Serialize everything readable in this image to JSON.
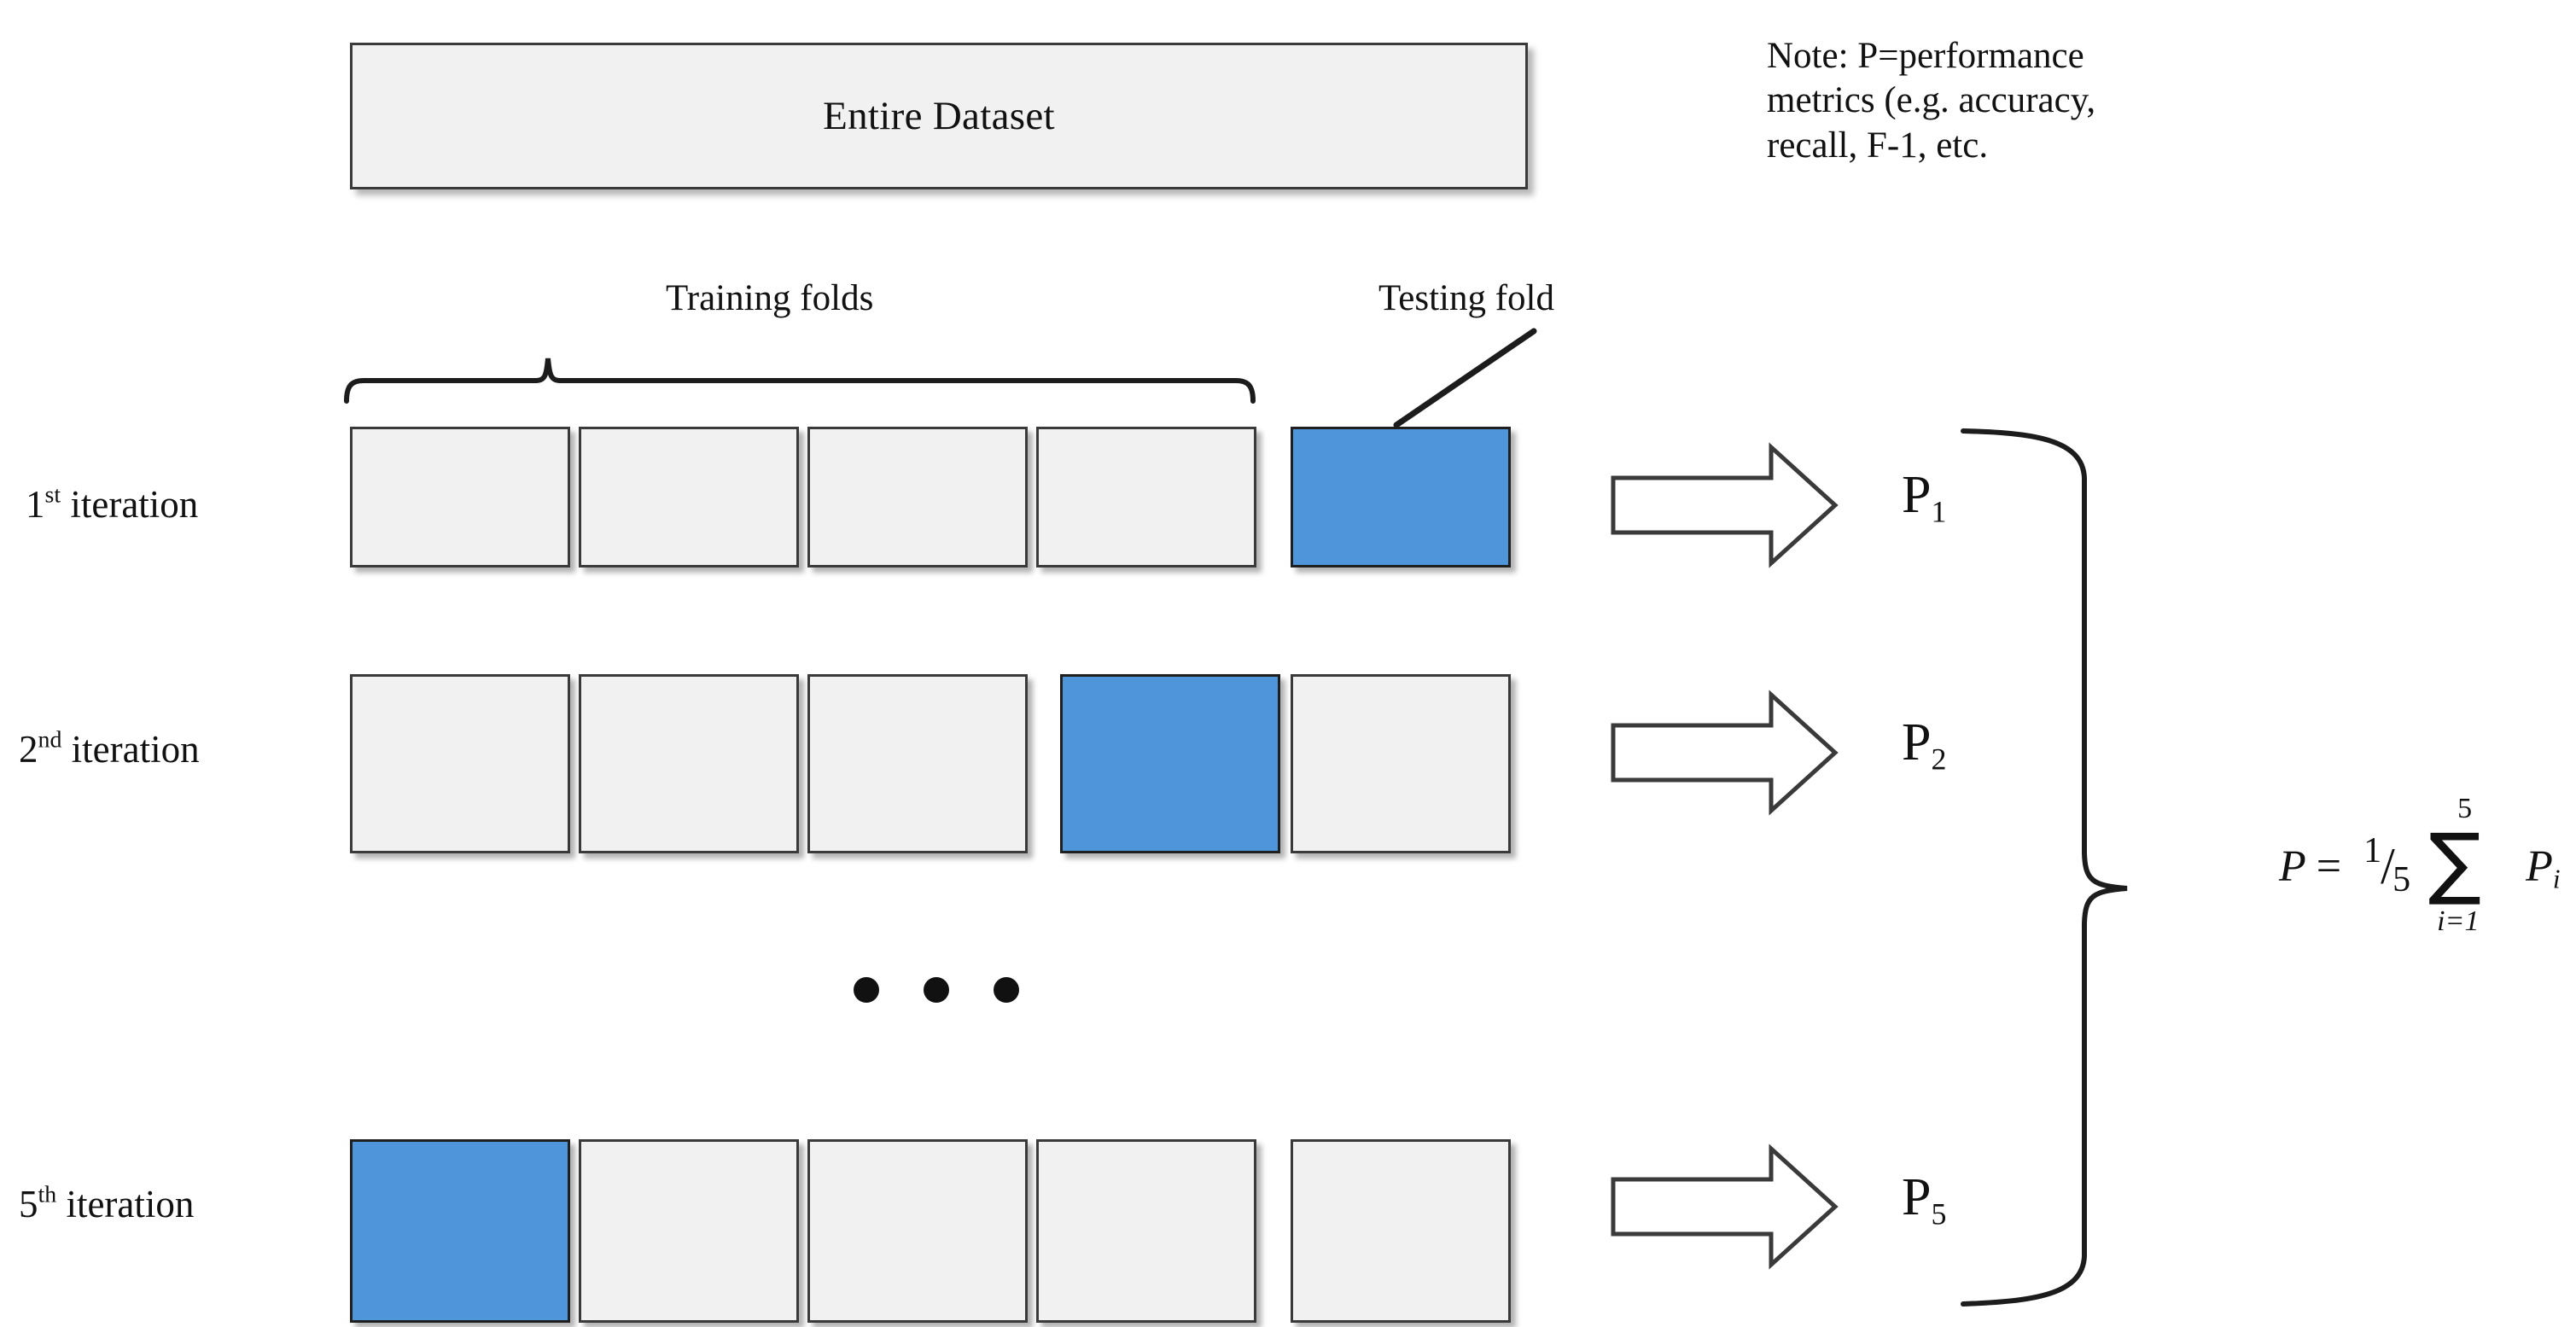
{
  "diagram": {
    "title_box": {
      "label": "Entire Dataset"
    },
    "note": {
      "lines": [
        "Note: P=performance",
        "metrics (e.g. accuracy,",
        "recall, F-1, etc."
      ]
    },
    "captions": {
      "training": "Training folds",
      "testing": "Testing fold"
    },
    "colors": {
      "testing_fold_fill": "#4e95da",
      "training_fold_fill": "#f1f1f1",
      "stroke": "#3a3a3a",
      "text": "#111111"
    },
    "rows": [
      {
        "label_main": "1",
        "label_sup": "st",
        "label_rest": " iteration",
        "folds": [
          "train",
          "train",
          "train",
          "train",
          "test"
        ],
        "result": "P",
        "result_sub": "1"
      },
      {
        "label_main": "2",
        "label_sup": "nd",
        "label_rest": " iteration",
        "folds": [
          "train",
          "train",
          "train",
          "test",
          "train"
        ],
        "result": "P",
        "result_sub": "2"
      },
      {
        "label_main": "5",
        "label_sup": "th",
        "label_rest": " iteration",
        "folds": [
          "test",
          "train",
          "train",
          "train",
          "train"
        ],
        "result": "P",
        "result_sub": "5"
      }
    ],
    "ellipsis": {
      "dots": 3
    },
    "formula": {
      "lhs": "P",
      "equals": "=",
      "fraction_numerator": "1",
      "fraction_slash": "/",
      "fraction_denominator": "5",
      "sum_symbol": "∑",
      "sum_upper": "5",
      "sum_lower": "i=1",
      "term": "P",
      "term_sub": "i",
      "plain_text": "P = 1/5 ∑(i=1 to 5) P_i"
    }
  }
}
